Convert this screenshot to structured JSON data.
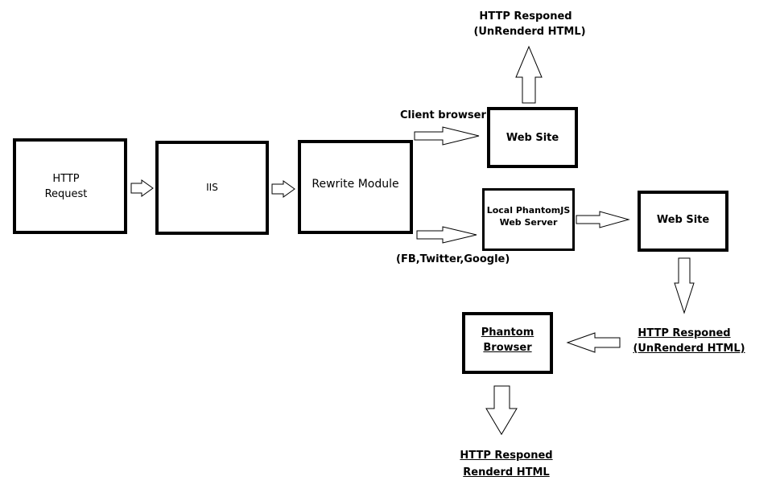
{
  "boxes": {
    "http_request": "HTTP\nRequest",
    "iis": "IIS",
    "rewrite_module": "Rewrite Module",
    "web_site_top": "Web Site",
    "local_phantomjs": "Local PhantomJS\nWeb Server",
    "web_site_right": "Web Site",
    "phantom_browser": "Phantom\nBrowser"
  },
  "labels": {
    "top_response_line1": "HTTP Responed",
    "top_response_line2": "(UnRenderd HTML)",
    "client_browser": "Client browser",
    "bots": "(FB,Twitter,Google)",
    "right_response_line1": "HTTP Responed",
    "right_response_line2": "(UnRenderd HTML)",
    "final_response_line1": "HTTP Responed",
    "final_response_line2": "Renderd HTML"
  }
}
